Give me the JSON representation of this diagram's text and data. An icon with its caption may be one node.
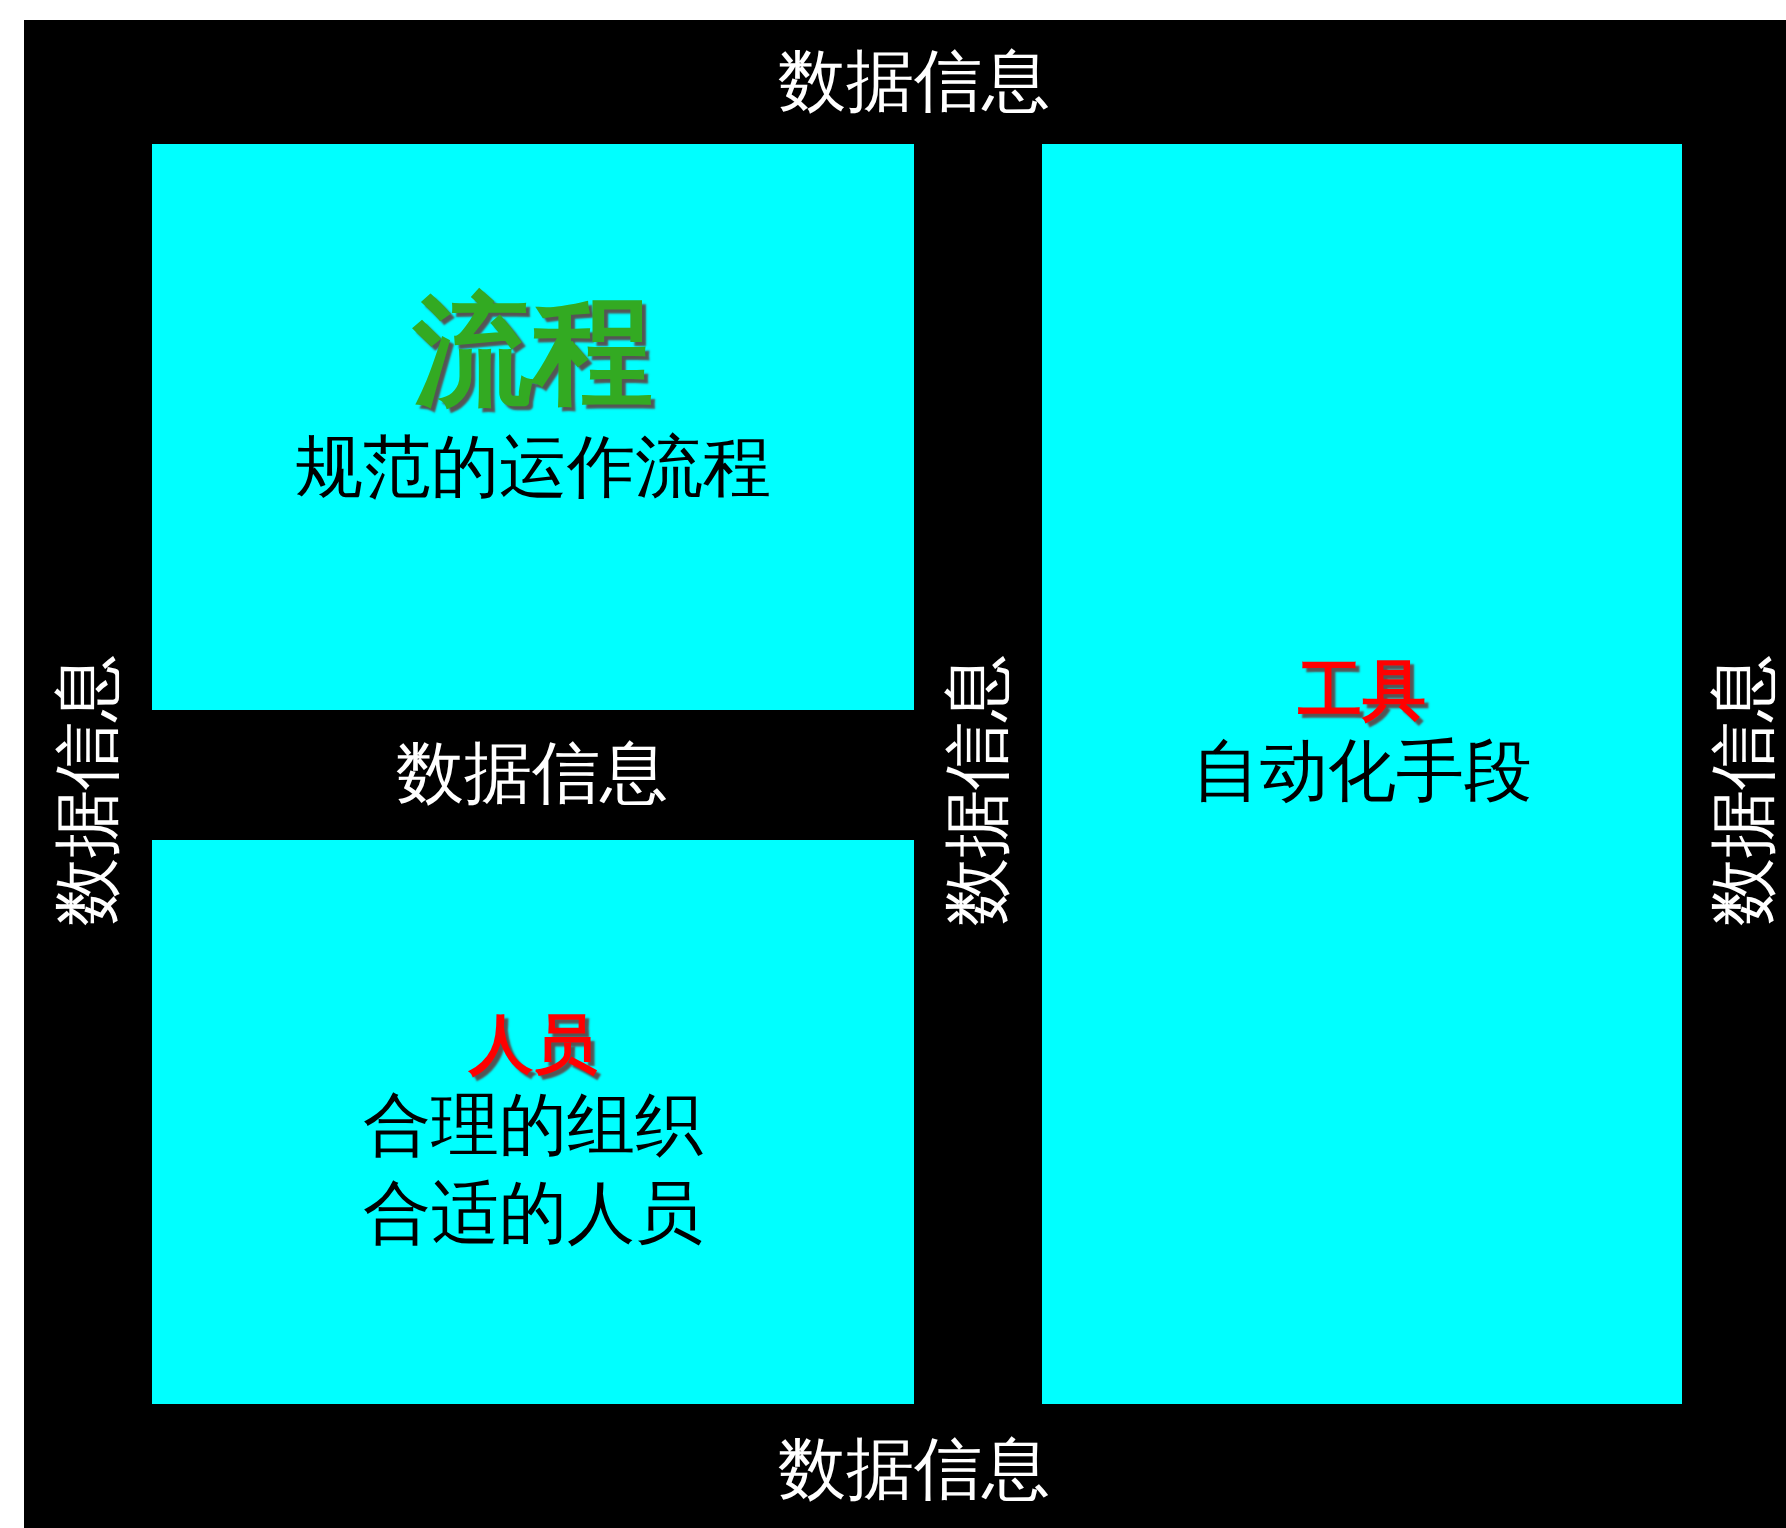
{
  "diagram": {
    "nodes": [
      {
        "text": [
          "流程",
          "规范的运作流程"
        ]
      },
      {
        "text": [
          "人员",
          "合理的组织合适的人员"
        ]
      },
      {
        "text": [
          "工具",
          "自动化手段"
        ]
      }
    ],
    "labels": [
      "数据信息",
      "数据信息",
      "数据信息",
      "数据信息",
      "数据信息",
      "数据信息"
    ]
  }
}
